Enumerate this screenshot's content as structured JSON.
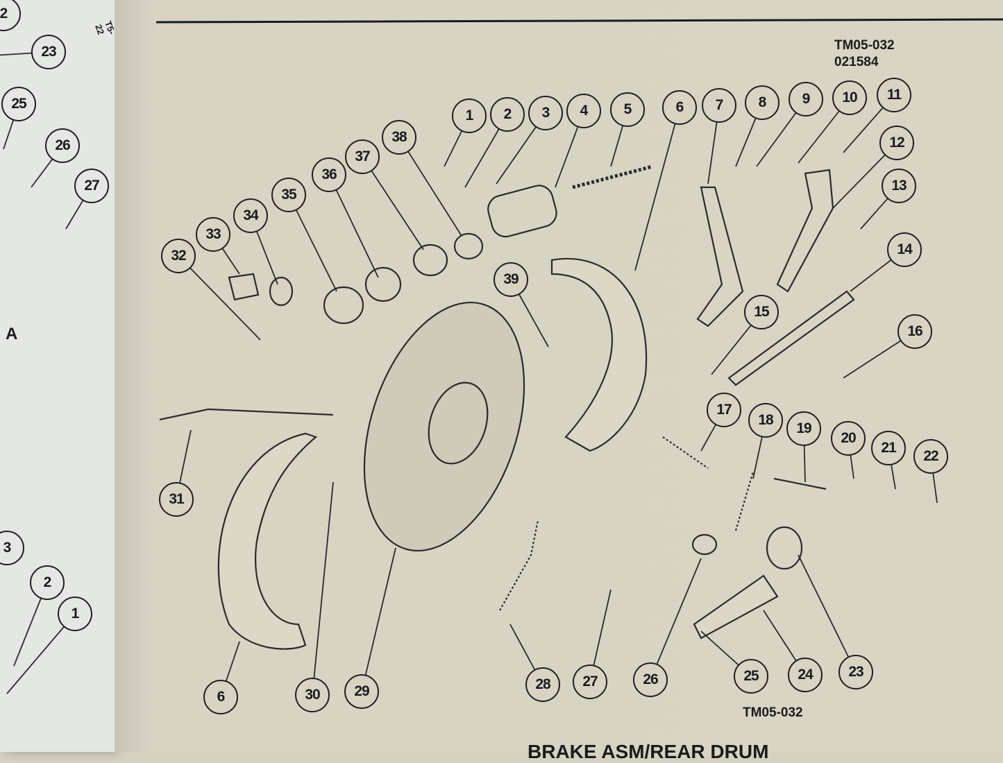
{
  "left_page": {
    "page_ref": "T5-22",
    "view_label": "A",
    "callouts": [
      "2",
      "23",
      "25",
      "26",
      "27",
      "3",
      "2",
      "1"
    ]
  },
  "main_page": {
    "figure_id_top": "TM05-032",
    "figure_date": "021584",
    "figure_id_bottom": "TM05-032",
    "caption_partial": "BRAKE ASM/REAR DRUM",
    "callouts": [
      "1",
      "2",
      "3",
      "4",
      "5",
      "6",
      "7",
      "8",
      "9",
      "10",
      "11",
      "12",
      "13",
      "14",
      "15",
      "16",
      "17",
      "18",
      "19",
      "20",
      "21",
      "22",
      "23",
      "24",
      "25",
      "26",
      "27",
      "28",
      "29",
      "30",
      "6",
      "31",
      "32",
      "33",
      "34",
      "35",
      "36",
      "37",
      "38",
      "39"
    ]
  }
}
